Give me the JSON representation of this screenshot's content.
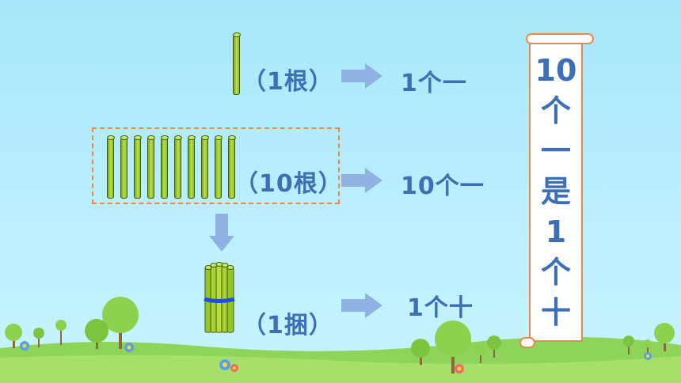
{
  "row1": {
    "unit_label": "（1根）",
    "result": "1个一"
  },
  "row2": {
    "unit_label": "（10根）",
    "result": "10个一"
  },
  "row3": {
    "unit_label": "（1捆）",
    "result": "1个十"
  },
  "scroll": {
    "lines": [
      "10",
      "个",
      "一",
      "是",
      "1",
      "个",
      "十"
    ]
  },
  "colors": {
    "text": "#3d6fb5",
    "arrow": "#8fb2e3",
    "frame": "#e88a4a",
    "stick": "#a6d232",
    "band": "#1e4fd8"
  }
}
